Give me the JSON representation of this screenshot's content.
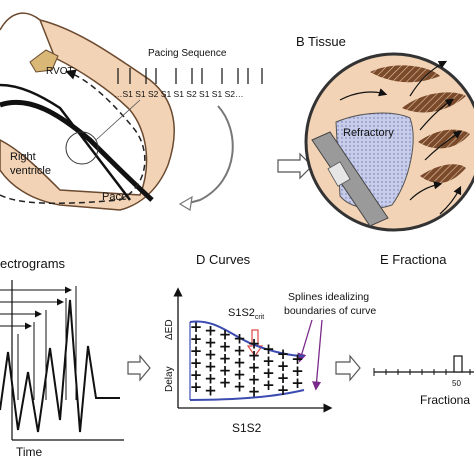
{
  "panels": {
    "a": {
      "rvot": "RVOT",
      "pacing_title": "Pacing Sequence",
      "pacing_seq": "…S1 S1 S2  S1 S1 S2  S1 S1 S2…",
      "right_ventricle_l1": "Right",
      "right_ventricle_l2": "ventricle",
      "pace": "Pace"
    },
    "b": {
      "title": "B Tissue",
      "refractory": "Refractory"
    },
    "c": {
      "title": "ectrograms",
      "xlabel": "Time"
    },
    "d": {
      "title": "D Curves",
      "s1s2crit": "S1S2",
      "s1s2crit_sub": "crit",
      "annot_l1": "Splines idealizing",
      "annot_l2": "boundaries of curve",
      "ylabel": "Delay",
      "ylabel2": "ΔED",
      "xlabel": "S1S2"
    },
    "e": {
      "title": "E Fractiona",
      "tick": "50",
      "xlabel": "Fractiona"
    }
  },
  "colors": {
    "tissue_fill": "#f2d3b5",
    "fiber_fill": "#7a4a2b",
    "refractory_fill": "#c7cce8",
    "spline": "#3b4bb0",
    "arrow_red": "#e04848",
    "annot_purple": "#7a2a8a"
  }
}
